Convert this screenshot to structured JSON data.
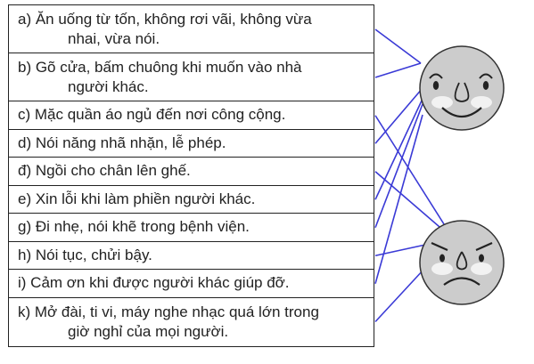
{
  "rows": [
    {
      "id": "a",
      "lines": [
        "a) Ăn uống từ tốn, không rơi vãi, không vừa",
        "nhai, vừa nói."
      ],
      "target": "happy"
    },
    {
      "id": "b",
      "lines": [
        "b) Gõ cửa, bấm chuông khi muốn vào nhà",
        "người khác."
      ],
      "target": "happy"
    },
    {
      "id": "c",
      "lines": [
        "c) Mặc quần áo ngủ đến nơi công cộng."
      ],
      "target": "sad"
    },
    {
      "id": "d",
      "lines": [
        "d) Nói năng nhã nhặn, lễ phép."
      ],
      "target": "happy"
    },
    {
      "id": "dd",
      "lines": [
        "đ) Ngồi cho chân lên ghế."
      ],
      "target": "sad"
    },
    {
      "id": "e",
      "lines": [
        "e) Xin lỗi khi làm phiền người khác."
      ],
      "target": "happy"
    },
    {
      "id": "g",
      "lines": [
        "g) Đi nhẹ, nói khẽ trong bệnh viện."
      ],
      "target": "happy"
    },
    {
      "id": "h",
      "lines": [
        "h) Nói tục, chửi bậy."
      ],
      "target": "sad"
    },
    {
      "id": "i",
      "lines": [
        "i) Cảm ơn khi được người khác giúp đỡ."
      ],
      "target": "happy"
    },
    {
      "id": "k",
      "lines": [
        "k) Mở đài, ti vi, máy nghe nhạc quá lớn trong",
        "giờ nghỉ của mọi người."
      ],
      "target": "sad"
    }
  ],
  "faces": {
    "happy": {
      "expression": "smiling",
      "color": "#cccccc"
    },
    "sad": {
      "expression": "frowning",
      "color": "#cccccc"
    }
  },
  "colors": {
    "line": "#3a3ad6",
    "border": "#222222",
    "cheek": "#f2f2f2"
  }
}
